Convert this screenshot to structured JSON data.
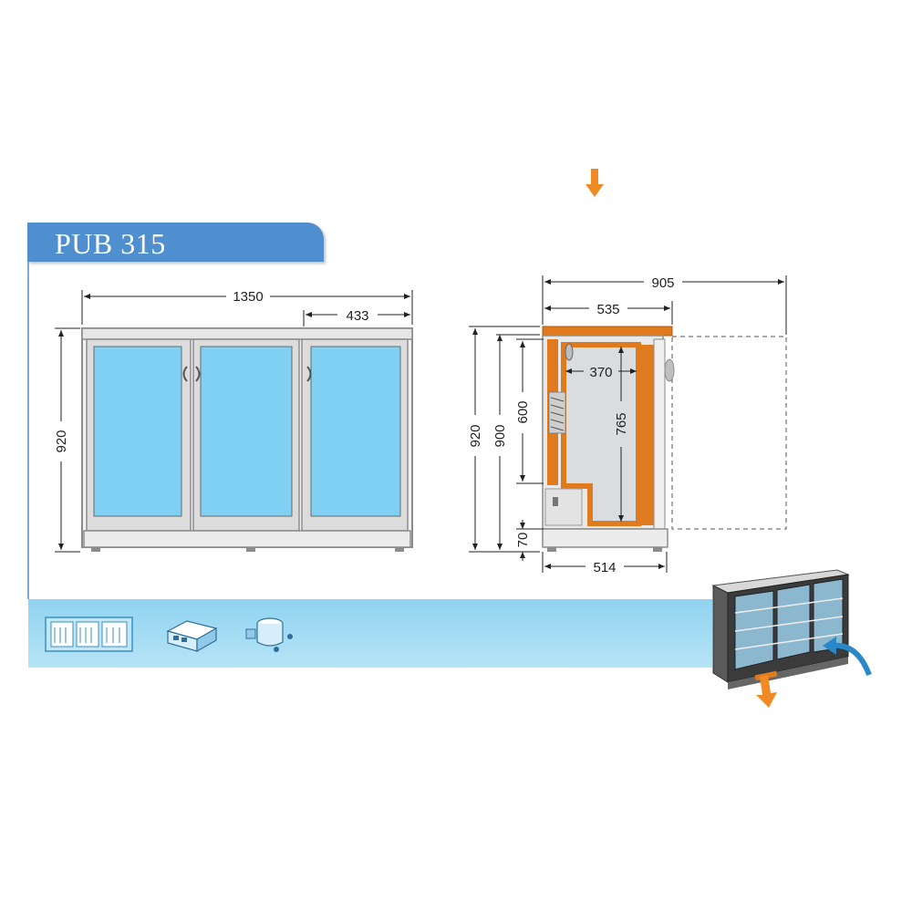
{
  "title": "PUB 315",
  "dimensions": {
    "front_width": "1350",
    "door_width": "433",
    "front_height": "920",
    "side_total_depth": "905",
    "side_top_depth": "535",
    "inner_depth": "370",
    "side_height_total": "920",
    "side_height_body": "900",
    "inner_shelf_height": "600",
    "inner_height": "765",
    "base_height": "70",
    "base_depth": "514"
  },
  "colors": {
    "accent_blue": "#4f8fd0",
    "glass": "#7fd0f2",
    "strip": "#a9dcf2",
    "insulation_orange": "#e07a1f",
    "arrow_orange": "#f08a24",
    "frame_gray": "#8c8c8c"
  },
  "icons": [
    "refrigerator-shelves-icon",
    "control-unit-icon",
    "compressor-icon",
    "down-arrow-icon",
    "airflow-arrow-icon"
  ]
}
